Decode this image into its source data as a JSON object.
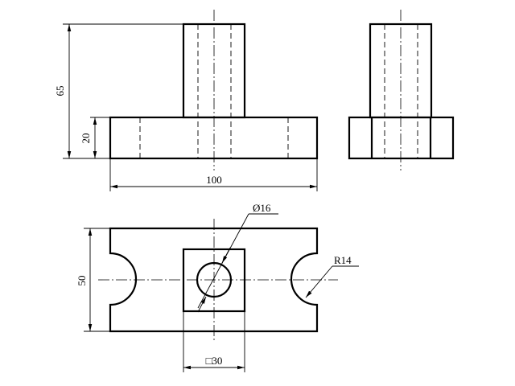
{
  "dimensions": {
    "height_total": "65",
    "base_height": "20",
    "length": "100",
    "hole_diameter": "Ø16",
    "notch_radius": "R14",
    "width": "50",
    "boss_square": "□30"
  }
}
